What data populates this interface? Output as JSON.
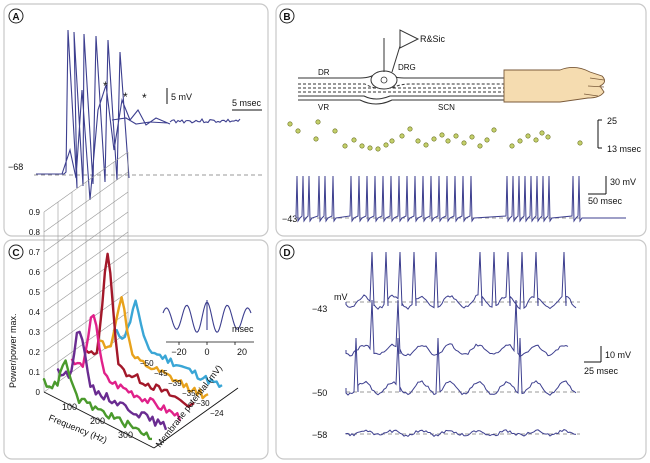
{
  "panels": [
    {
      "letter": "A"
    },
    {
      "letter": "B"
    },
    {
      "letter": "C"
    },
    {
      "letter": "D"
    }
  ],
  "panel_a": {
    "resting_label": "−68",
    "asterisk": "*",
    "scale_mv": "5 mV",
    "scale_ms": "5 msec"
  },
  "panel_b": {
    "stim_label": "R&Sic",
    "dr_label": "DR",
    "drg_label": "DRG",
    "vr_label": "VR",
    "scn_label": "SCN",
    "isi_top": "25",
    "isi_bottom": "13 msec",
    "scale_mv": "30 mV",
    "scale_ms": "50 msec",
    "baseline_label": "−43"
  },
  "panel_c": {
    "y_axis_label": "Power/power max.",
    "y_ticks": [
      "0",
      "0.1",
      "0.2",
      "0.3",
      "0.4",
      "0.5",
      "0.6",
      "0.7",
      "0.8",
      "0.9"
    ],
    "x_axis_label": "Frequency (Hz)",
    "x_ticks": [
      "100",
      "200",
      "300"
    ],
    "z_axis_label": "Membrane potential (mV)",
    "z_ticks": [
      "−24",
      "−30",
      "−35",
      "−39",
      "−45",
      "−50"
    ],
    "autocorr_ticks": [
      "−20",
      "0",
      "20"
    ],
    "autocorr_unit": "msec",
    "series_colors": [
      "#3aa6d6",
      "#e8a21c",
      "#a3182a",
      "#e0218a",
      "#6a2c91",
      "#4a9a2c"
    ]
  },
  "panel_d": {
    "levels": [
      "−43",
      "−50",
      "−58"
    ],
    "unit": "mV",
    "scale_mv": "10 mV",
    "scale_ms": "25 msec"
  },
  "colors": {
    "trace": "#3d3f8f",
    "panel_border": "#c8c8c8",
    "dash": "#999999",
    "dot": "#c3cf6a"
  }
}
